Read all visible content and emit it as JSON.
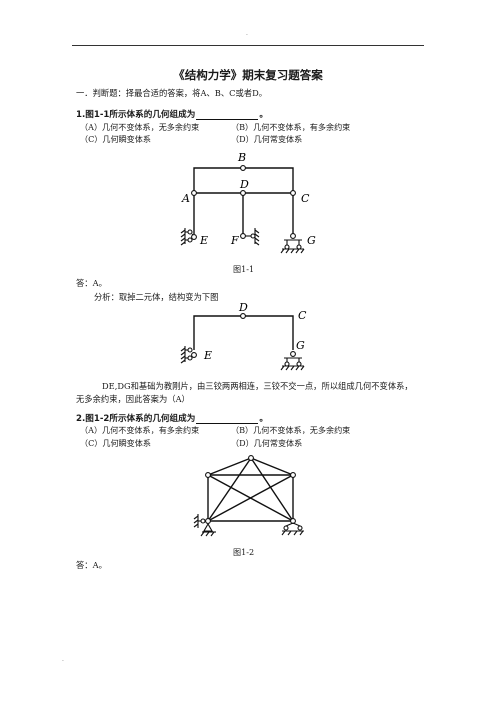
{
  "header": {
    "dot": "."
  },
  "footer": {
    "dot": "."
  },
  "title": "《结构力学》期末复习题答案",
  "section": "一．判断题：择最合适的答案，将A、B、C或者D。",
  "q1": {
    "stem": "1.图1-1所示体系的几何组成为",
    "end": "。",
    "options": [
      "（A）几何不变体系，无多余约束",
      "（B）几何不变体系，有多余约束",
      "（C）几何瞬变体系",
      "（D）几何常变体系"
    ],
    "figure": {
      "labels": {
        "A": "A",
        "B": "B",
        "C": "C",
        "D": "D",
        "E": "E",
        "F": "F",
        "G": "G"
      },
      "caption": "图1-1"
    },
    "answer": "答：A。",
    "analysis_intro": "分析：取掉二元体，结构变为下图",
    "figure2": {
      "labels": {
        "D": "D",
        "C": "C",
        "E": "E",
        "G": "G"
      }
    },
    "explanation_1": "DE,DG和基础为教刚片，由三铰两两相连，三铰不交一点，所以组成几何不变体系，",
    "explanation_2": "无多余约束，因此答案为（A）"
  },
  "q2": {
    "stem": "2.图1-2所示体系的几何组成为",
    "end": "。",
    "options": [
      "（A）几何不变体系，有多余约束",
      "（B）几何不变体系，无多余约束",
      "（C）几何瞬变体系",
      "（D）几何常变体系"
    ],
    "figure": {
      "caption": "图1-2"
    },
    "answer": "答：A。"
  }
}
